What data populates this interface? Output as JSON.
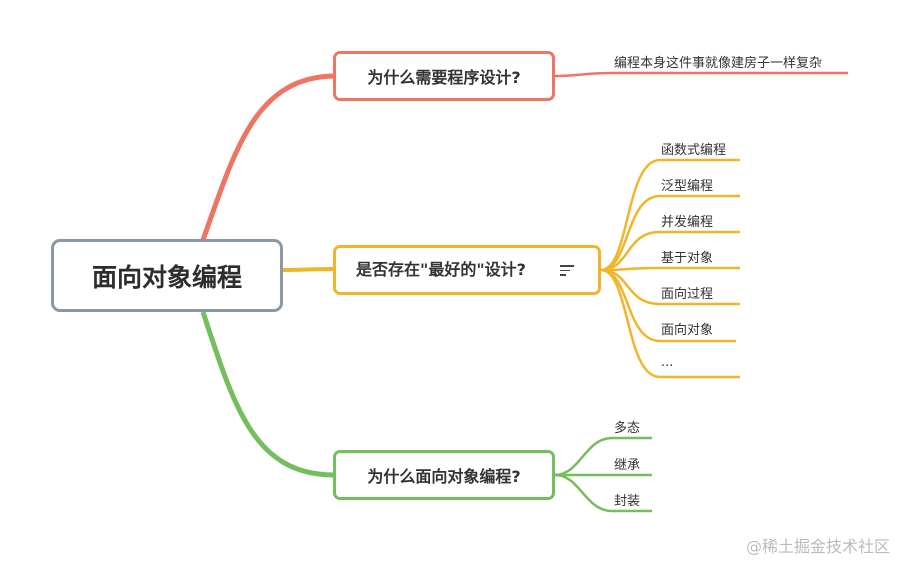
{
  "root": {
    "label": "面向对象编程"
  },
  "branches": [
    {
      "label": "为什么需要程序设计?",
      "color": "#ee7563",
      "children": [
        "编程本身这件事就像建房子一样复杂"
      ]
    },
    {
      "label": "是否存在\"最好的\"设计?",
      "color": "#f1b52b",
      "has_note": true,
      "children": [
        "函数式编程",
        "泛型编程",
        "并发编程",
        "基于对象",
        "面向过程",
        "面向对象",
        "..."
      ]
    },
    {
      "label": "为什么面向对象编程?",
      "color": "#74be5e",
      "children": [
        "多态",
        "继承",
        "封装"
      ]
    }
  ],
  "watermark": "@稀土掘金技术社区"
}
